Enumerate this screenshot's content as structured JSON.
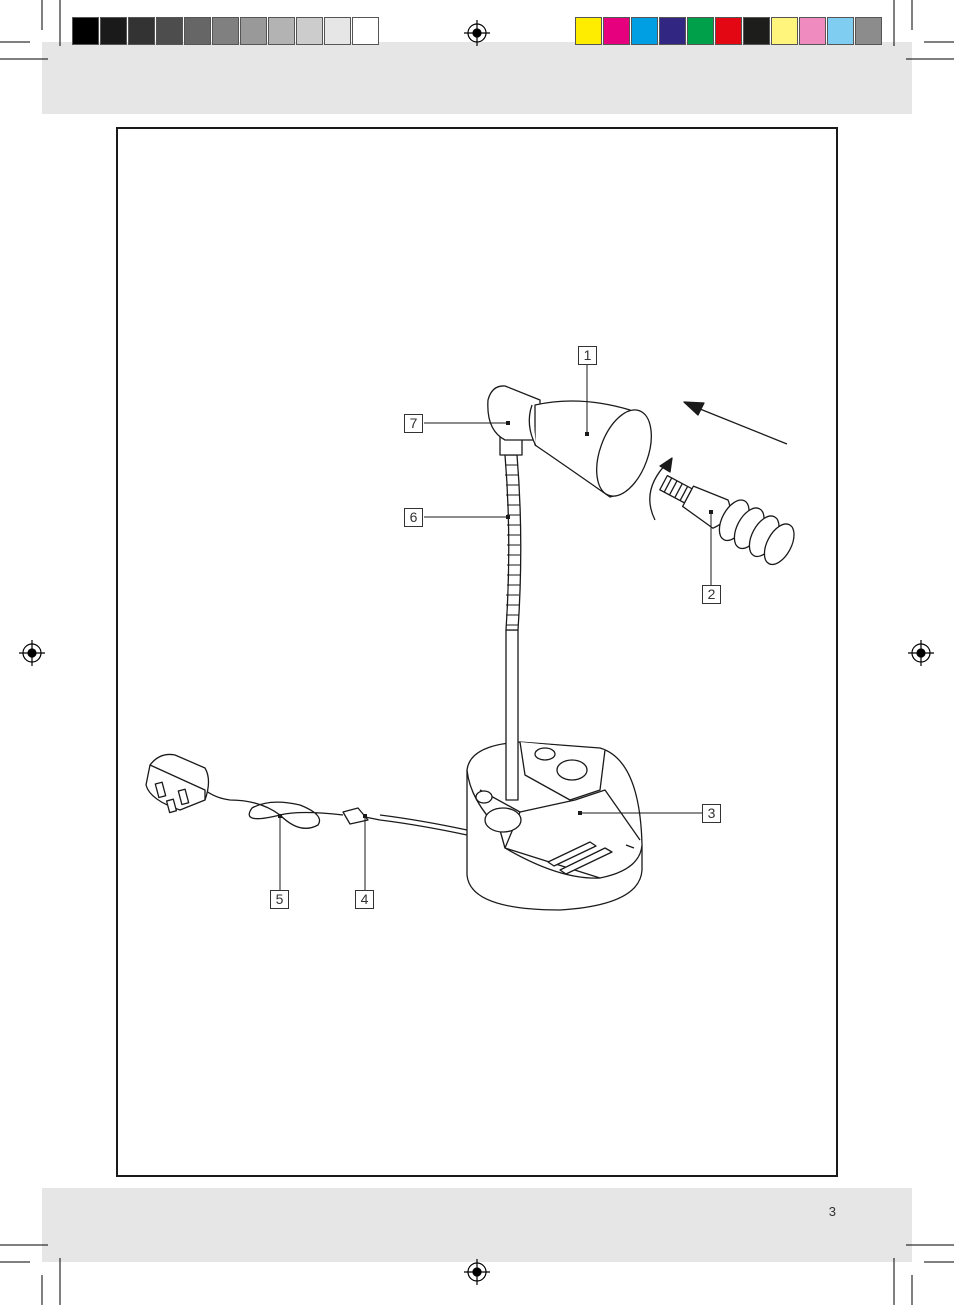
{
  "page": {
    "number": "3"
  },
  "color_bar": {
    "grays": [
      "#000000",
      "#1a1a1a",
      "#333333",
      "#4d4d4d",
      "#666666",
      "#808080",
      "#999999",
      "#b3b3b3",
      "#cccccc",
      "#e6e6e6",
      "#ffffff"
    ],
    "colors": [
      "#ffed00",
      "#e6007e",
      "#009fe3",
      "#312783",
      "#00a04a",
      "#e30613",
      "#1d1d1b",
      "#fff57d",
      "#f08bbf",
      "#7fcdf0",
      "#8c8c8c"
    ]
  },
  "diagram": {
    "labels": [
      {
        "id": "label-1",
        "text": "1"
      },
      {
        "id": "label-2",
        "text": "2"
      },
      {
        "id": "label-3",
        "text": "3"
      },
      {
        "id": "label-4",
        "text": "4"
      },
      {
        "id": "label-5",
        "text": "5"
      },
      {
        "id": "label-6",
        "text": "6"
      },
      {
        "id": "label-7",
        "text": "7"
      }
    ]
  }
}
